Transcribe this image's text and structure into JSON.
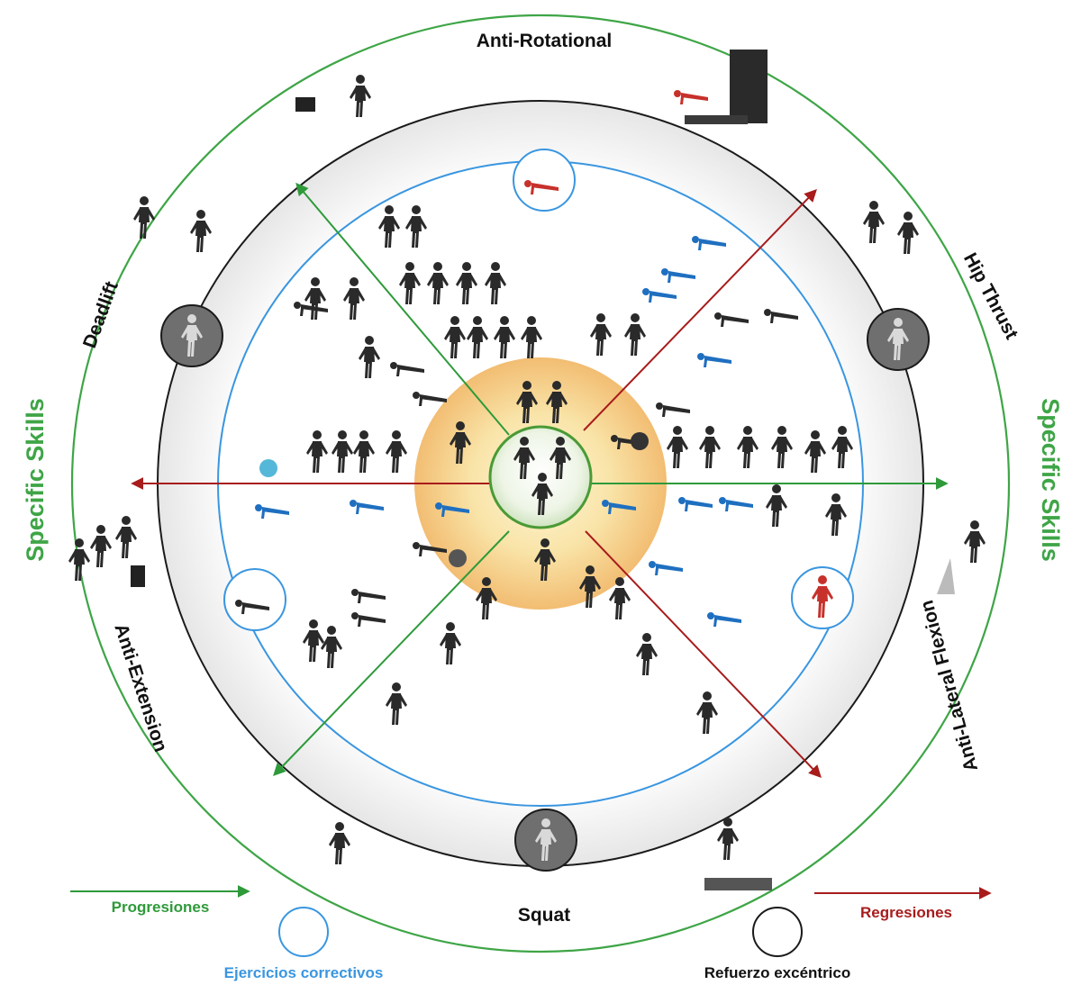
{
  "labels": {
    "anti_rotational": "Anti-Rotational",
    "hip_thrust": "Hip Thrust",
    "anti_lateral_flexion": "Anti-Lateral Flexion",
    "squat": "Squat",
    "anti_extension": "Anti-Extension",
    "deadlift": "Deadlift",
    "specific_skills_left": "Specific Skills",
    "specific_skills_right": "Specific Skills"
  },
  "legend": {
    "progresiones": "Progresiones",
    "regresiones": "Regresiones",
    "ejercicios_correctivos": "Ejercicios correctivos",
    "refuerzo_excentrico": "Refuerzo excéntrico"
  },
  "colors": {
    "progression_green": "#2e9a3a",
    "regression_red": "#a81c1c",
    "corrective_blue": "#3a96e0",
    "eccentric_black": "#1a1a1a",
    "outer_ring_green": "#3ea546",
    "band_gray": "#ececec",
    "core_yellow": "#f7dc96",
    "core_orange": "#f3b869"
  },
  "icons": [
    "athlete-photo-icon"
  ]
}
